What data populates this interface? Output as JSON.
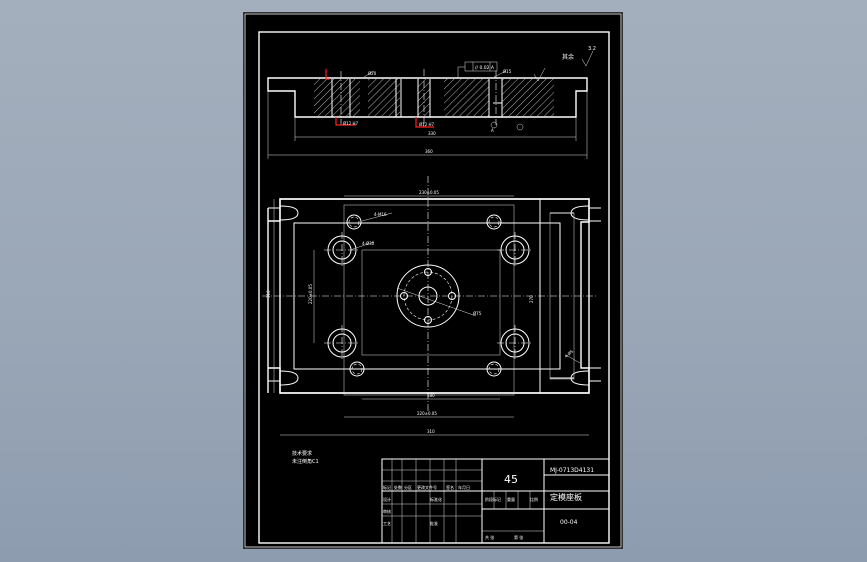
{
  "title_block": {
    "material": "45",
    "drawing_number": "MJ-0713D4131",
    "part_name": "定模座板",
    "sheet_code": "00-04",
    "headers": [
      "标记",
      "处数",
      "分区",
      "更改文件号",
      "签名",
      "年月日"
    ],
    "row_design": "设计",
    "row_std": "标准化",
    "row_check": "审核",
    "row_process": "工艺",
    "row_approve": "批准",
    "stage_label": "阶段标记",
    "weight_label": "重量",
    "scale_label": "比例",
    "sheet_total": "共 张",
    "sheet_num": "第 张"
  },
  "notes": {
    "line1": "技术要求",
    "line2": "未注倒角C1"
  },
  "section_view": {
    "roughness": "3.2",
    "rest_label": "其余",
    "fcf_tol": "// 0.02 A",
    "datum_a": "A",
    "top_dims": [
      "Ø20",
      "Ø15"
    ],
    "red_dims": [
      "Ø12 H7",
      "Ø12 H7"
    ],
    "dim_inner": "330",
    "dim_overall": "360"
  },
  "plan_view": {
    "dim_top": "230±0.05",
    "dim_hole_top": "4-M16",
    "dim_hole_left": "4-Ø30",
    "dim_bolt_circle": "Ø75",
    "dim_left_outer": "310",
    "dim_left_inner": "220±0.05",
    "dim_right": "270",
    "dim_center_hole": "Ø35",
    "dim_lower_inner": "180",
    "dim_lower_mid": "220±0.05",
    "dim_bottom": "310",
    "dim_slot": "4-Ø5",
    "counts": [
      "4",
      "4"
    ]
  }
}
